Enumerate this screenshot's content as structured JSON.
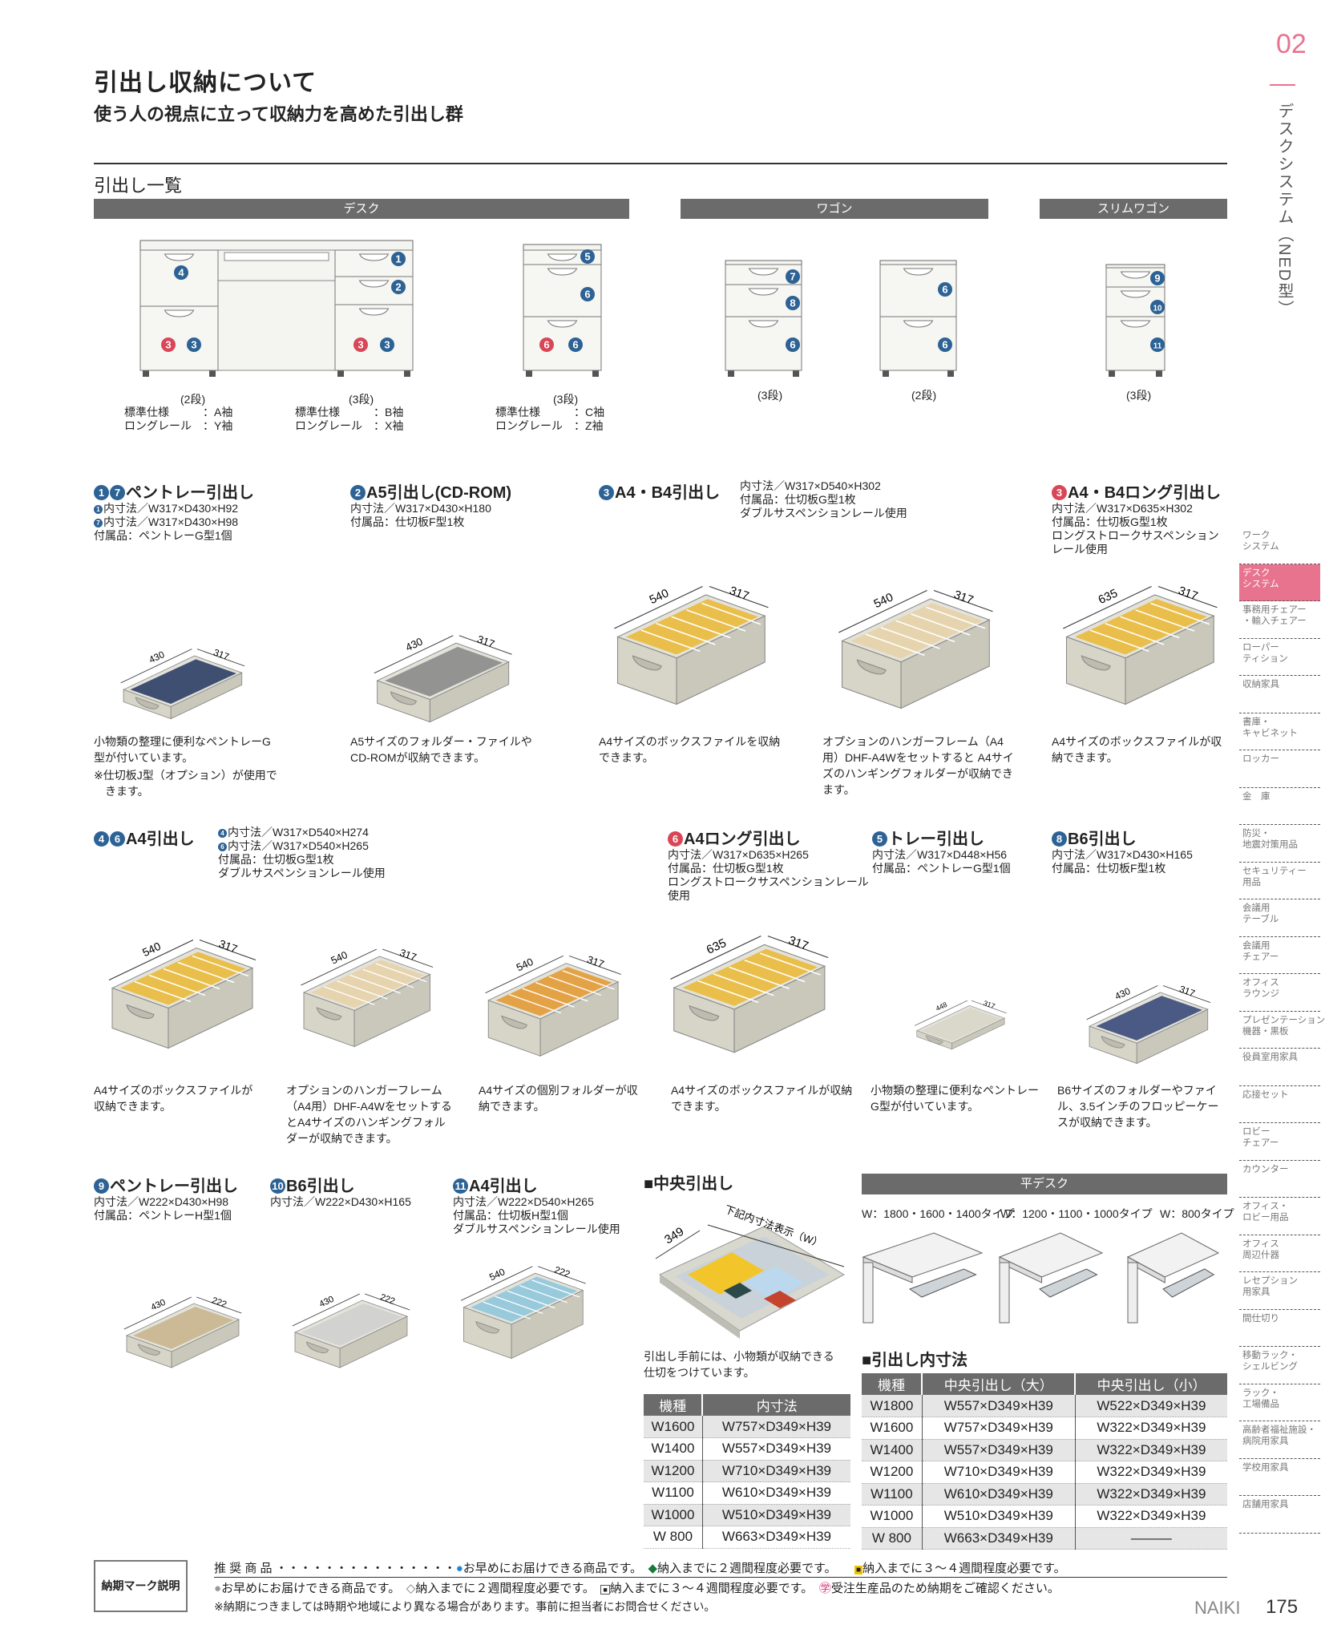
{
  "header": {
    "title": "引出し収納について",
    "subtitle": "使う人の視点に立って収納力を高めた引出し群",
    "list_title": "引出し一覧"
  },
  "side": {
    "page_section": "02",
    "vertical_title": "デスクシステム（NED型）",
    "nav": [
      "ワーク\nシステム",
      "デスク\nシステム",
      "事務用チェアー\n・輸入チェアー",
      "ローパー\nティション",
      "収納家具",
      "書庫・\nキャビネット",
      "ロッカー",
      "金　庫",
      "防災・\n地震対策用品",
      "セキュリティー\n用品",
      "会議用\nテーブル",
      "会議用\nチェアー",
      "オフィス\nラウンジ",
      "プレゼンテーション\n機器・黒板",
      "役員室用家具",
      "応接セット",
      "ロビー\nチェアー",
      "カウンター",
      "オフィス・\nロビー用品",
      "オフィス\n周辺什器",
      "レセプション\n用家具",
      "間仕切り",
      "移動ラック・\nシェルビング",
      "ラック・\n工場備品",
      "高齢者福祉施設・\n病院用家具",
      "学校用家具",
      "店舗用家具"
    ],
    "active_index": 1
  },
  "categories": {
    "desk": "デスク",
    "wagon": "ワゴン",
    "slim": "スリムワゴン"
  },
  "units": [
    {
      "label": "(2段)",
      "spec": "標準仕様　　　：A袖\nロングレール　：Y袖",
      "badges": [
        [
          "4",
          "b"
        ],
        [
          "3",
          "r"
        ],
        [
          "3",
          "b"
        ]
      ]
    },
    {
      "label": "(3段)",
      "spec": "標準仕様　　　：B袖\nロングレール　：X袖",
      "badges": [
        [
          "1",
          "b"
        ],
        [
          "2",
          "b"
        ],
        [
          "3",
          "r"
        ],
        [
          "3",
          "b"
        ]
      ]
    },
    {
      "label": "(3段)",
      "spec": "標準仕様　　　：C袖\nロングレール　：Z袖",
      "badges": [
        [
          "5",
          "b"
        ],
        [
          "6",
          "b"
        ],
        [
          "6",
          "r"
        ],
        [
          "6",
          "b"
        ]
      ]
    },
    {
      "label": "(3段)",
      "spec": "",
      "badges": [
        [
          "7",
          "b"
        ],
        [
          "8",
          "b"
        ],
        [
          "6",
          "b"
        ]
      ]
    },
    {
      "label": "(2段)",
      "spec": "",
      "badges": [
        [
          "6",
          "b"
        ],
        [
          "6",
          "b"
        ]
      ]
    },
    {
      "label": "(3段)",
      "spec": "",
      "badges": [
        [
          "9",
          "b"
        ],
        [
          "10",
          "b"
        ],
        [
          "11",
          "b"
        ]
      ]
    }
  ],
  "drawers": [
    {
      "badges": [
        [
          "1",
          "b"
        ],
        [
          "7",
          "b"
        ]
      ],
      "title": "ペントレー引出し",
      "specs": [
        {
          "b": "1",
          "text": "内寸法／W317×D430×H92"
        },
        {
          "b": "7",
          "text": "内寸法／W317×D430×H98"
        },
        {
          "text": "付属品：ペントレーG型1個"
        }
      ]
    },
    {
      "badges": [
        [
          "2",
          "b"
        ]
      ],
      "title": "A5引出し(CD-ROM)",
      "specs": [
        {
          "text": "内寸法／W317×D430×H180"
        },
        {
          "text": "付属品：仕切板F型1枚"
        }
      ]
    },
    {
      "badges": [
        [
          "3",
          "b"
        ]
      ],
      "title": "A4・B4引出し",
      "specs": [
        {
          "text": "内寸法／W317×D540×H302"
        },
        {
          "text": "付属品：仕切板G型1枚"
        },
        {
          "text": "ダブルサスペンションレール使用"
        }
      ]
    },
    {
      "badges": [
        [
          "3",
          "r"
        ]
      ],
      "title": "A4・B4ロング引出し",
      "specs": [
        {
          "text": "内寸法／W317×D635×H302"
        },
        {
          "text": "付属品：仕切板G型1枚"
        },
        {
          "text": "ロングストロークサスペンション"
        },
        {
          "text": "レール使用"
        }
      ]
    },
    {
      "badges": [
        [
          "4",
          "b"
        ],
        [
          "6",
          "b"
        ]
      ],
      "title": "A4引出し",
      "specs": [
        {
          "b": "4",
          "text": "内寸法／W317×D540×H274"
        },
        {
          "b": "6",
          "text": "内寸法／W317×D540×H265"
        },
        {
          "text": "付属品：仕切板G型1枚"
        },
        {
          "text": "ダブルサスペンションレール使用"
        }
      ]
    },
    {
      "badges": [
        [
          "6",
          "r"
        ]
      ],
      "title": "A4ロング引出し",
      "specs": [
        {
          "text": "内寸法／W317×D635×H265"
        },
        {
          "text": "付属品：仕切板G型1枚"
        },
        {
          "text": "ロングストロークサスペンションレール"
        },
        {
          "text": "使用"
        }
      ]
    },
    {
      "badges": [
        [
          "5",
          "b"
        ]
      ],
      "title": "トレー引出し",
      "specs": [
        {
          "text": "内寸法／W317×D448×H56"
        },
        {
          "text": "付属品：ペントレーG型1個"
        }
      ]
    },
    {
      "badges": [
        [
          "8",
          "b"
        ]
      ],
      "title": "B6引出し",
      "specs": [
        {
          "text": "内寸法／W317×D430×H165"
        },
        {
          "text": "付属品：仕切板F型1枚"
        }
      ]
    },
    {
      "badges": [
        [
          "9",
          "b"
        ]
      ],
      "title": "ペントレー引出し",
      "specs": [
        {
          "text": "内寸法／W222×D430×H98"
        },
        {
          "text": "付属品：ペントレーH型1個"
        }
      ]
    },
    {
      "badges": [
        [
          "10",
          "b"
        ]
      ],
      "title": "B6引出し",
      "specs": [
        {
          "text": "内寸法／W222×D430×H165"
        }
      ]
    },
    {
      "badges": [
        [
          "11",
          "b"
        ]
      ],
      "title": "A4引出し",
      "specs": [
        {
          "text": "内寸法／W222×D540×H265"
        },
        {
          "text": "付属品：仕切板H型1個"
        },
        {
          "text": "ダブルサスペンションレール使用"
        }
      ]
    }
  ],
  "figures": [
    {
      "dims": [
        "430",
        "317"
      ],
      "desc": "小物類の整理に便利なペントレーG型が付いています。",
      "note": "※仕切板J型（オプション）が使用できます。",
      "contents": "#2c3e66"
    },
    {
      "dims": [
        "430",
        "317"
      ],
      "desc": "A5サイズのフォルダー・ファイルやCD-ROMが収納できます。",
      "contents": "#8a8a8a"
    },
    {
      "dims": [
        "540",
        "317"
      ],
      "desc": "A4サイズのボックスファイルを収納できます。",
      "contents": "#e9b93a"
    },
    {
      "dims": [
        "540",
        "317"
      ],
      "desc": "オプションのハンガーフレーム（A4用）DHF-A4Wをセットすると A4サイズのハンギングフォルダーが収納できます。",
      "contents": "#e6d2a8"
    },
    {
      "dims": [
        "635",
        "317"
      ],
      "desc": "A4サイズのボックスファイルが収納できます。",
      "contents": "#e9b93a"
    },
    {
      "dims": [
        "540",
        "317"
      ],
      "desc": "A4サイズのボックスファイルが収納できます。",
      "contents": "#e9b93a"
    },
    {
      "dims": [
        "540",
        "317"
      ],
      "desc": "オプションのハンガーフレーム（A4用）DHF-A4WをセットするとA4サイズのハンギングフォルダーが収納できます。",
      "contents": "#e6d2a8"
    },
    {
      "dims": [
        "540",
        "317"
      ],
      "desc": "A4サイズの個別フォルダーが収納できます。",
      "contents": "#e39a35"
    },
    {
      "dims": [
        "635",
        "317"
      ],
      "desc": "A4サイズのボックスファイルが収納できます。",
      "contents": "#e9b93a"
    },
    {
      "dims": [
        "448",
        "317"
      ],
      "desc": "小物類の整理に便利なペントレーG型が付いています。",
      "contents": "#d8d6c8"
    },
    {
      "dims": [
        "430",
        "317"
      ],
      "desc": "B6サイズのフォルダーやファイル、3.5インチのフロッピーケースが収納できます。",
      "contents": "#3a4a7a"
    },
    {
      "dims": [
        "430",
        "222"
      ],
      "contents": "#c9b58e"
    },
    {
      "dims": [
        "430",
        "222"
      ],
      "contents": "#cfcfcf"
    },
    {
      "dims": [
        "540",
        "222"
      ],
      "contents": "#8fc6dc"
    }
  ],
  "center": {
    "title": "■中央引出し",
    "dim_d": "349",
    "dim_w": "下記内寸法表示（W）",
    "desc": "引出し手前には、小物類が収納できる仕切をつけています。",
    "table": {
      "headers": [
        "機種",
        "内寸法"
      ],
      "rows": [
        [
          "W1600",
          "W757×D349×H39"
        ],
        [
          "W1400",
          "W557×D349×H39"
        ],
        [
          "W1200",
          "W710×D349×H39"
        ],
        [
          "W1100",
          "W610×D349×H39"
        ],
        [
          "W1000",
          "W510×D349×H39"
        ],
        [
          "W 800",
          "W663×D349×H39"
        ]
      ]
    }
  },
  "flat_desk": {
    "bar": "平デスク",
    "types": [
      "W：1800・1600・1400タイプ",
      "W：1200・1100・1000タイプ",
      "W：800タイプ"
    ],
    "table_title": "■引出し内寸法",
    "table": {
      "headers": [
        "機種",
        "中央引出し（大）",
        "中央引出し（小）"
      ],
      "rows": [
        [
          "W1800",
          "W557×D349×H39",
          "W522×D349×H39"
        ],
        [
          "W1600",
          "W757×D349×H39",
          "W322×D349×H39"
        ],
        [
          "W1400",
          "W557×D349×H39",
          "W322×D349×H39"
        ],
        [
          "W1200",
          "W710×D349×H39",
          "W322×D349×H39"
        ],
        [
          "W1100",
          "W610×D349×H39",
          "W322×D349×H39"
        ],
        [
          "W1000",
          "W510×D349×H39",
          "W322×D349×H39"
        ],
        [
          "W 800",
          "W663×D349×H39",
          "―――"
        ]
      ]
    }
  },
  "legend": {
    "box": "納期マーク説明",
    "recommended": "推 奨 商 品 ・・・・・・・・・・・・・・・",
    "line1": [
      "お早めにお届けできる商品です。",
      "納入までに２週間程度必要です。",
      "納入までに３～４週間程度必要です。"
    ],
    "line2": [
      "お早めにお届けできる商品です。",
      "納入までに２週間程度必要です。",
      "納入までに３～４週間程度必要です。",
      "受注生産品のため納期をご確認ください。"
    ],
    "note": "※納期につきましては時期や地域により異なる場合があります。事前に担当者にお問合せください。"
  },
  "footer": {
    "brand": "NAIKI",
    "page": "175"
  },
  "colors": {
    "accent": "#e8738f",
    "blue": "#2d6295",
    "red": "#d94656",
    "header_gray": "#6b6b6b"
  }
}
